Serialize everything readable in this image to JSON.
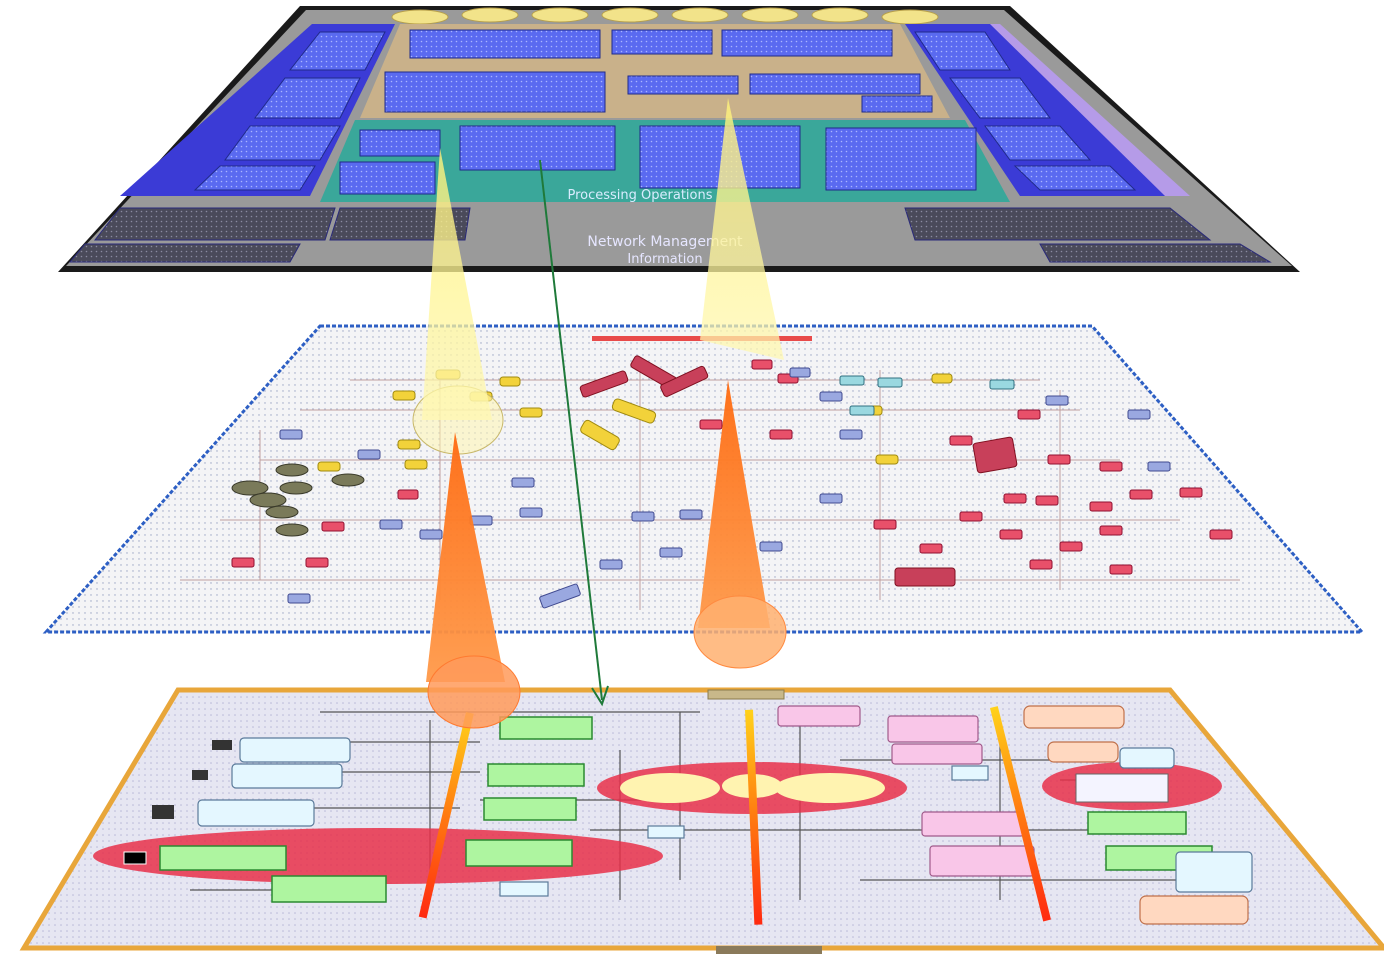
{
  "top_layer": {
    "section_label": "Processing Operations",
    "bottom_label_line1": "Network Management",
    "bottom_label_line2": "Information"
  },
  "middle_layer": {
    "title": ""
  },
  "bottom_layer": {
    "header_tab": "",
    "footer_label": "",
    "sub_label": ""
  },
  "colors": {
    "top_base": "#9a9a9a",
    "top_blue": "#3b3bd6",
    "top_purple": "#b59be8",
    "top_teal": "#3aa79a",
    "top_sand": "#c9b18a",
    "middle_border": "#2d5fc4",
    "bottom_border": "#e8a63a",
    "highlight_yellow": "#fff27a",
    "highlight_orange": "#ff7a1e",
    "connector_green": "#1f7a3a",
    "ellipse_red": "#e8304a",
    "box_green": "#3fe04a"
  }
}
